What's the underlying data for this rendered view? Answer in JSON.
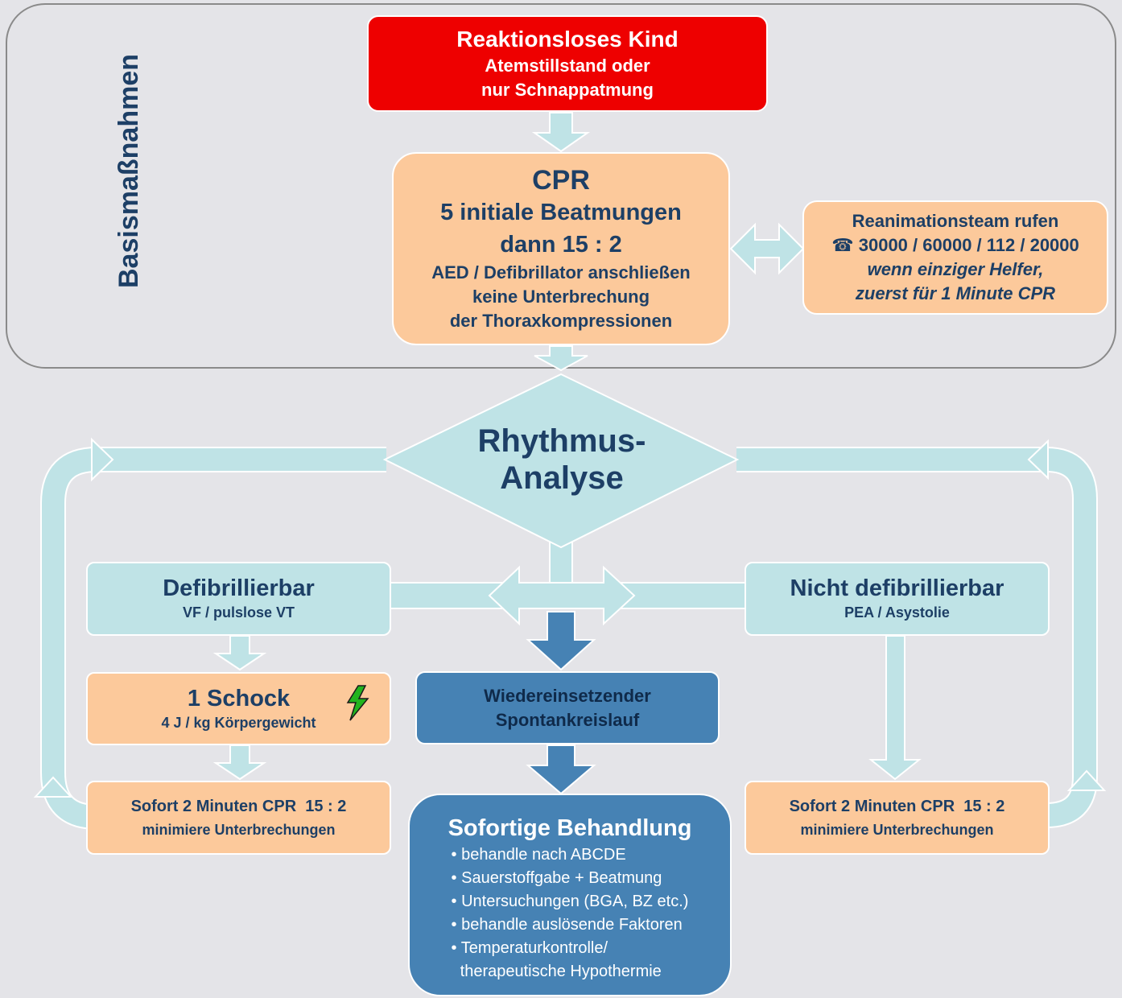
{
  "section_label": "Basismaßnahmen",
  "start": {
    "title": "Reaktionsloses Kind",
    "line1": "Atemstillstand oder",
    "line2": "nur Schnappatmung"
  },
  "cpr": {
    "title": "CPR",
    "line1": "5 initiale Beatmungen",
    "line2": "dann 15 : 2",
    "line3": "AED / Defibrillator anschließen",
    "line4": "keine Unterbrechung",
    "line5": "der Thoraxkompressionen"
  },
  "team": {
    "title": "Reanimationsteam rufen",
    "phone_icon": "☎",
    "numbers": "30000 / 60000 / 112 / 20000",
    "note1": "wenn einziger Helfer,",
    "note2": "zuerst für 1 Minute CPR"
  },
  "analysis": {
    "line1": "Rhythmus-",
    "line2": "Analyse"
  },
  "shockable": {
    "title": "Defibrillierbar",
    "subtitle": "VF / pulslose VT"
  },
  "nonshockable": {
    "title": "Nicht defibrillierbar",
    "subtitle": "PEA / Asystolie"
  },
  "shock": {
    "title": "1 Schock",
    "subtitle": "4 J / kg Körpergewicht",
    "icon": "lightning-icon"
  },
  "rosc": {
    "line1": "Wiedereinsetzender",
    "line2": "Spontankreislauf"
  },
  "cpr_left": {
    "line1": "Sofort 2 Minuten CPR  15 : 2",
    "line2": "minimiere Unterbrechungen"
  },
  "cpr_right": {
    "line1": "Sofort 2 Minuten CPR  15 : 2",
    "line2": "minimiere Unterbrechungen"
  },
  "treatment": {
    "title": "Sofortige Behandlung",
    "items": [
      "• behandle nach ABCDE",
      "• Sauerstoffgabe + Beatmung",
      "• Untersuchungen  (BGA, BZ etc.)",
      "• behandle auslösende Faktoren",
      "• Temperaturkontrolle/",
      "  therapeutische Hypothermie"
    ]
  },
  "colors": {
    "red": "#ee0000",
    "peach": "#fcc99b",
    "teal": "#bfe3e6",
    "blue": "#4682b4",
    "text": "#1d3f66"
  }
}
